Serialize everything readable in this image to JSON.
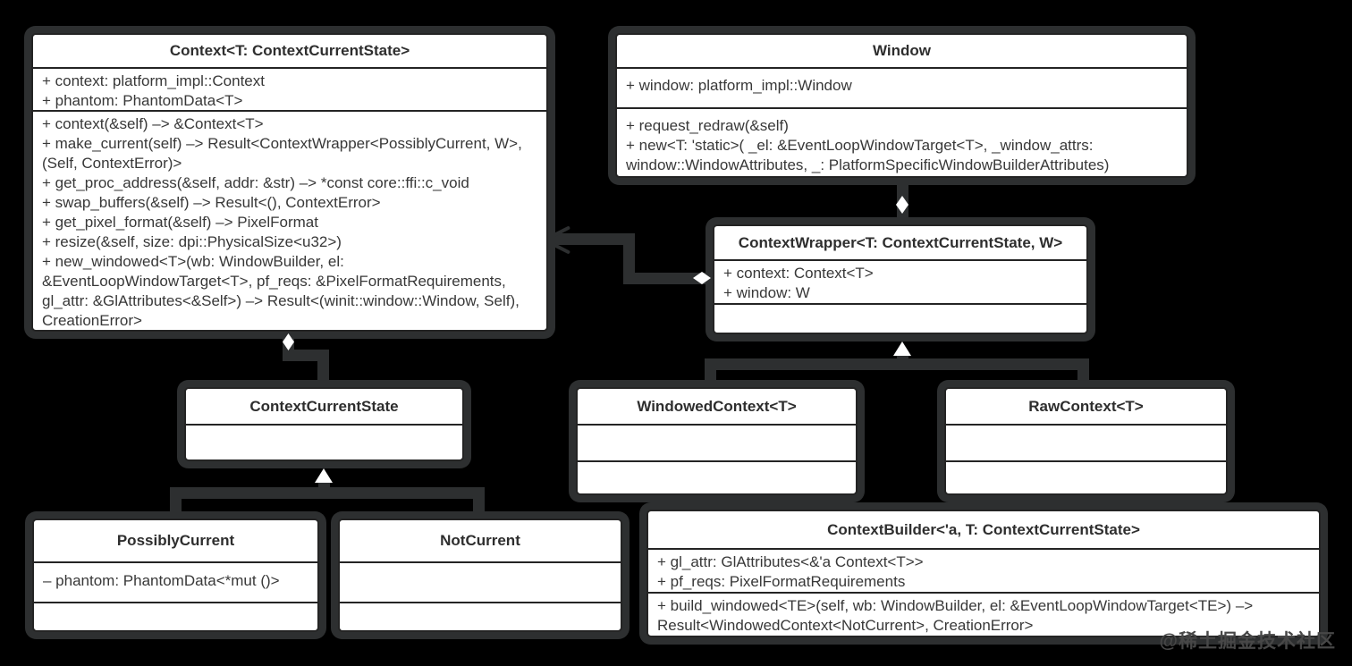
{
  "colors": {
    "background": "#000000",
    "box_fill": "#ffffff",
    "box_border": "#242424",
    "connector": "#2d2f30",
    "shape_fill": "#ffffff",
    "text": "#383838"
  },
  "classes": [
    {
      "name": "Context",
      "title": "Context<T: ContextCurrentState>",
      "attributes": [
        "+ context: platform_impl::Context",
        "+ phantom: PhantomData<T>"
      ],
      "methods": [
        "+ context(&self) –> &Context<T>",
        "+ make_current(self) –> Result<ContextWrapper<PossiblyCurrent, W>, (Self, ContextError)>",
        "+ get_proc_address(&self, addr: &str) –> *const core::ffi::c_void",
        "+ swap_buffers(&self) –> Result<(), ContextError>",
        "+ get_pixel_format(&self) –> PixelFormat",
        "+ resize(&self, size: dpi::PhysicalSize<u32>)",
        "+ new_windowed<T>(wb: WindowBuilder, el: &EventLoopWindowTarget<T>, pf_reqs: &PixelFormatRequirements, gl_attr: &GlAttributes<&Self>) –> Result<(winit::window::Window, Self), CreationError>"
      ]
    },
    {
      "name": "Window",
      "title": "Window",
      "attributes": [
        "+ window: platform_impl::Window"
      ],
      "methods": [
        "+ request_redraw(&self)",
        "+ new<T: 'static>( _el: &EventLoopWindowTarget<T>, _window_attrs: window::WindowAttributes, _: PlatformSpecificWindowBuilderAttributes)"
      ]
    },
    {
      "name": "ContextWrapper",
      "title": "ContextWrapper<T: ContextCurrentState, W>",
      "attributes": [
        "+ context: Context<T>",
        "+ window: W"
      ],
      "methods": []
    },
    {
      "name": "ContextCurrentState",
      "title": "ContextCurrentState",
      "attributes": [],
      "methods": []
    },
    {
      "name": "WindowedContext",
      "title": "WindowedContext<T>",
      "attributes": [],
      "methods": []
    },
    {
      "name": "RawContext",
      "title": "RawContext<T>",
      "attributes": [],
      "methods": []
    },
    {
      "name": "PossiblyCurrent",
      "title": "PossiblyCurrent",
      "attributes": [
        "– phantom: PhantomData<*mut ()>"
      ],
      "methods": []
    },
    {
      "name": "NotCurrent",
      "title": "NotCurrent",
      "attributes": [],
      "methods": []
    },
    {
      "name": "ContextBuilder",
      "title": "ContextBuilder<'a, T: ContextCurrentState>",
      "attributes": [
        "+ gl_attr: GlAttributes<&'a Context<T>>",
        "+ pf_reqs: PixelFormatRequirements"
      ],
      "methods": [
        "+ build_windowed<TE>(self, wb: WindowBuilder, el: &EventLoopWindowTarget<TE>) –> Result<WindowedContext<NotCurrent>, CreationError>"
      ]
    }
  ],
  "relationships": [
    {
      "from": "Window",
      "to": "ContextWrapper",
      "type": "composition-diamond"
    },
    {
      "from": "ContextWrapper",
      "to": "Context",
      "type": "aggregation-diamond-open-arrow"
    },
    {
      "from": "Context",
      "to": "ContextCurrentState",
      "type": "aggregation-diamond"
    },
    {
      "from": "WindowedContext",
      "to": "ContextWrapper",
      "type": "inheritance"
    },
    {
      "from": "RawContext",
      "to": "ContextWrapper",
      "type": "inheritance"
    },
    {
      "from": "PossiblyCurrent",
      "to": "ContextCurrentState",
      "type": "inheritance"
    },
    {
      "from": "NotCurrent",
      "to": "ContextCurrentState",
      "type": "inheritance"
    }
  ],
  "watermark": "@稀土掘金技术社区"
}
